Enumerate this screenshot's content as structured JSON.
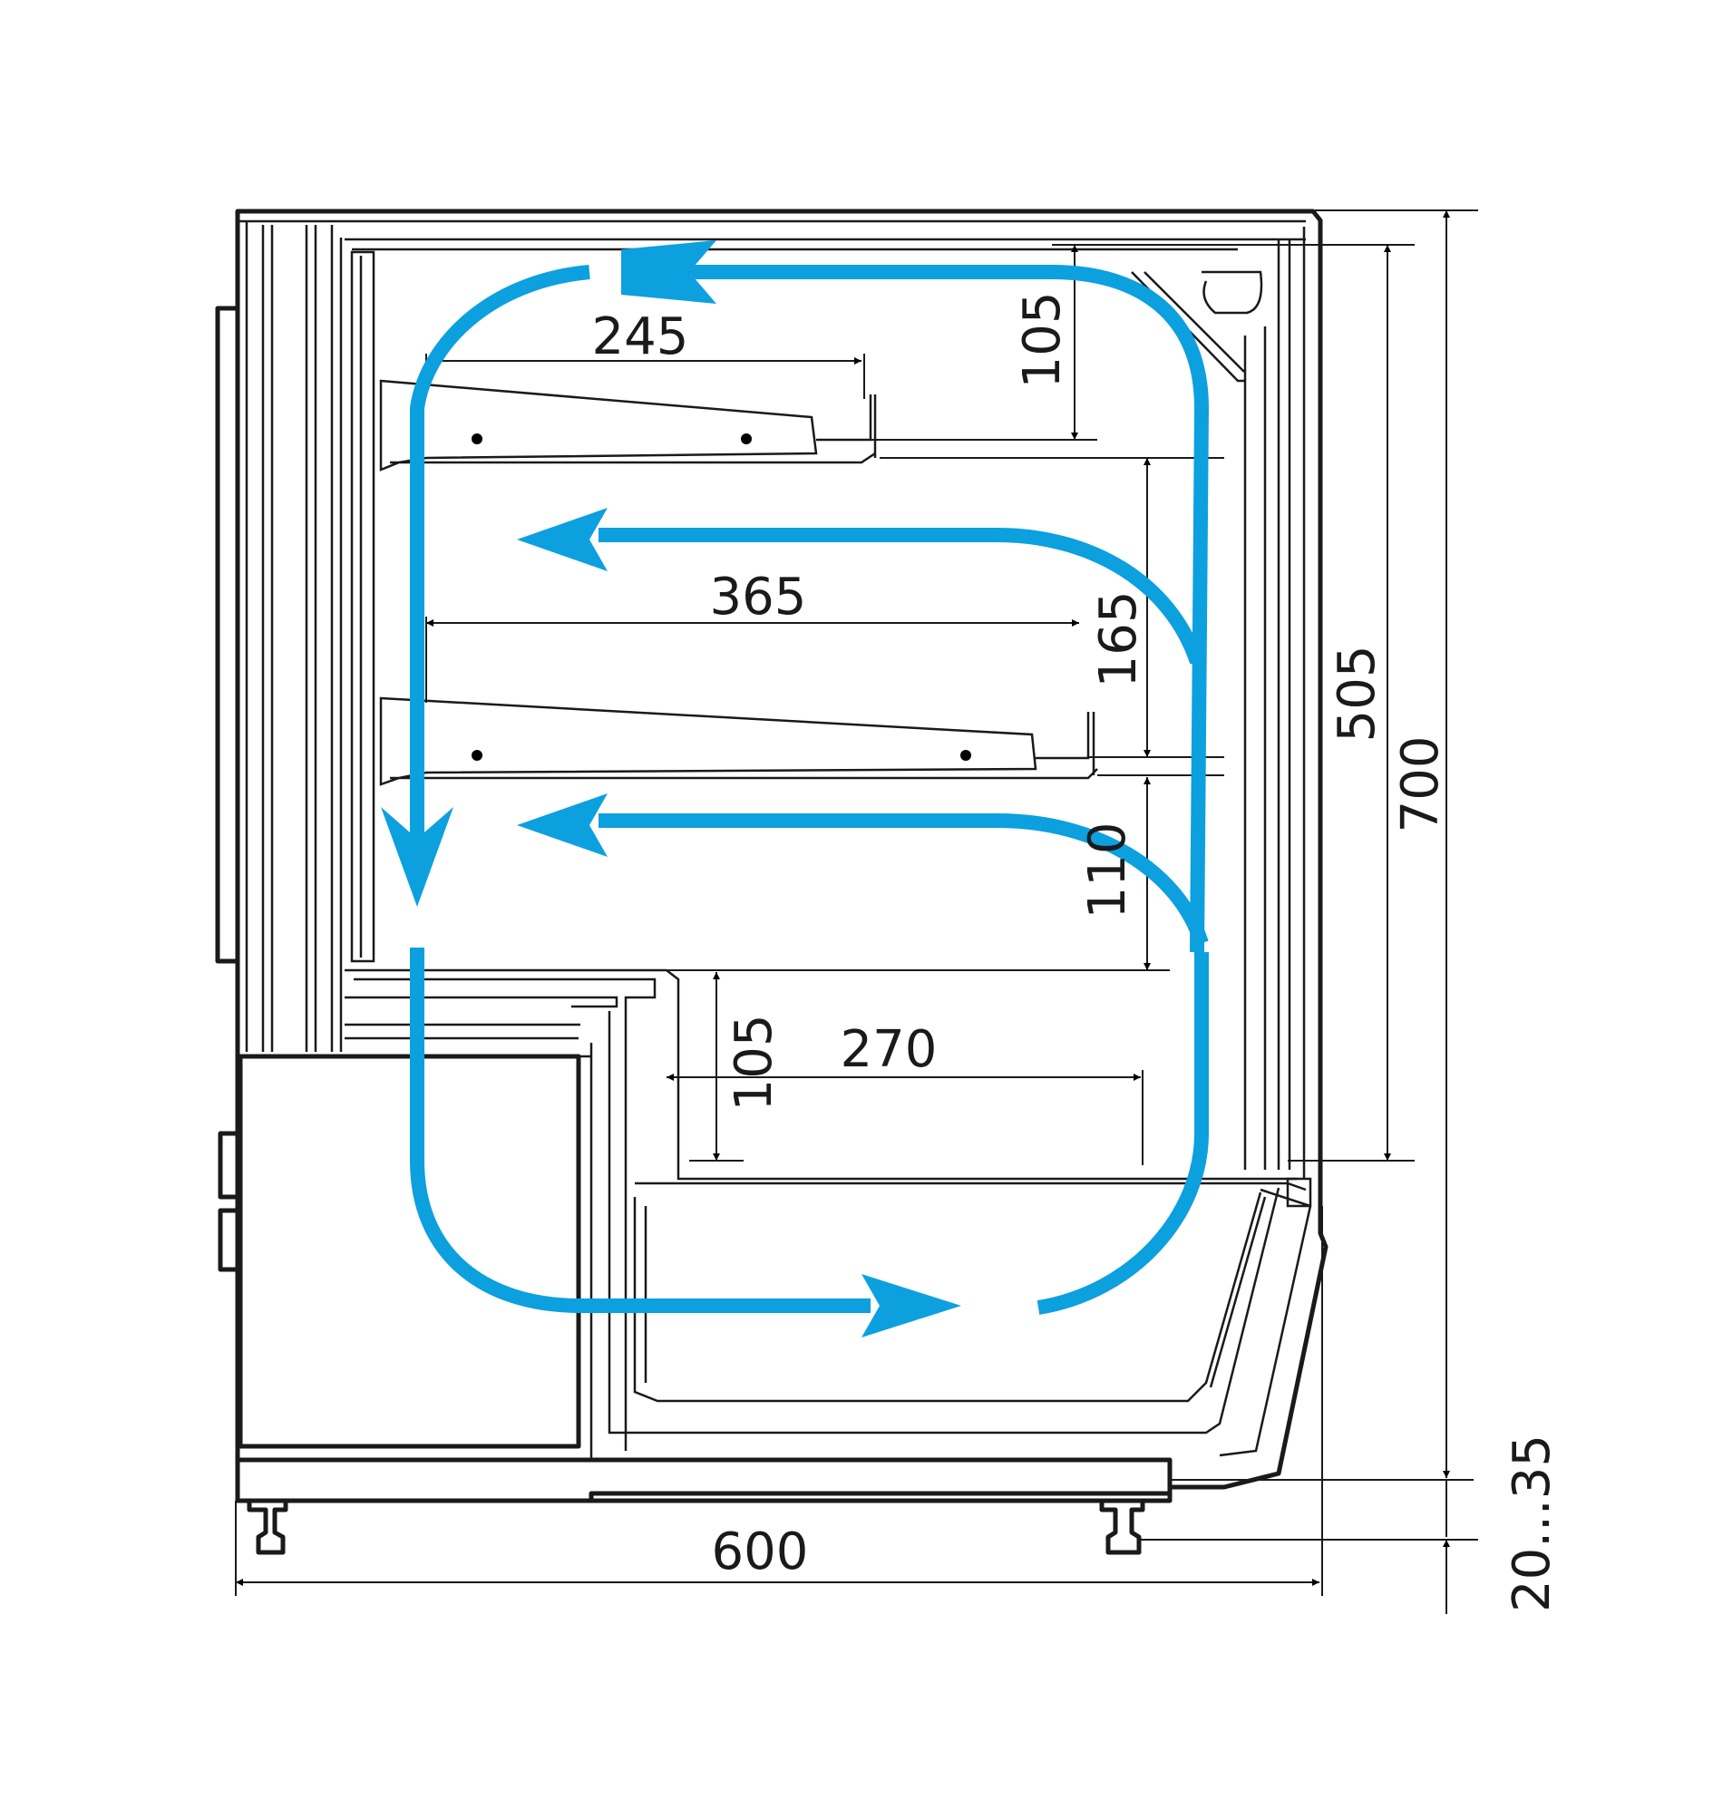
{
  "colors": {
    "airflow": "#0ca0df",
    "line": "#1a1a1a",
    "background": "#ffffff"
  },
  "dimensions": {
    "top_shelf_depth": "245",
    "top_clearance": "105",
    "middle_shelf_depth": "365",
    "middle_clearance": "165",
    "lower_clearance": "110",
    "inner_height": "505",
    "total_height": "700",
    "base_depth": "270",
    "base_clearance": "105",
    "total_width": "600",
    "leg_adjustment": "20...35"
  }
}
